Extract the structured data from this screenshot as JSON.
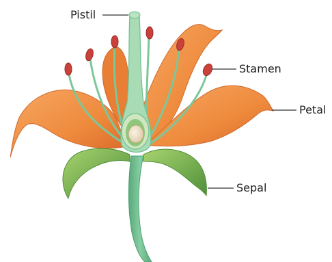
{
  "labels": {
    "pistil": "Pistil",
    "stamen": "Stamen",
    "petal": "Petal",
    "sepal": "Sepal"
  },
  "colors": {
    "petal": "#ee8a3c",
    "petal_dark": "#d9692a",
    "petal_light": "#f6a65e",
    "stem": "#6fbf8f",
    "stem_dark": "#4e9f73",
    "sepal": "#79b94e",
    "sepal_dark": "#4f8f3a",
    "anther": "#c9413a",
    "ovary_wall": "#cfe6c0",
    "ovule": "#efe2c8",
    "leader_line": "#333333"
  }
}
